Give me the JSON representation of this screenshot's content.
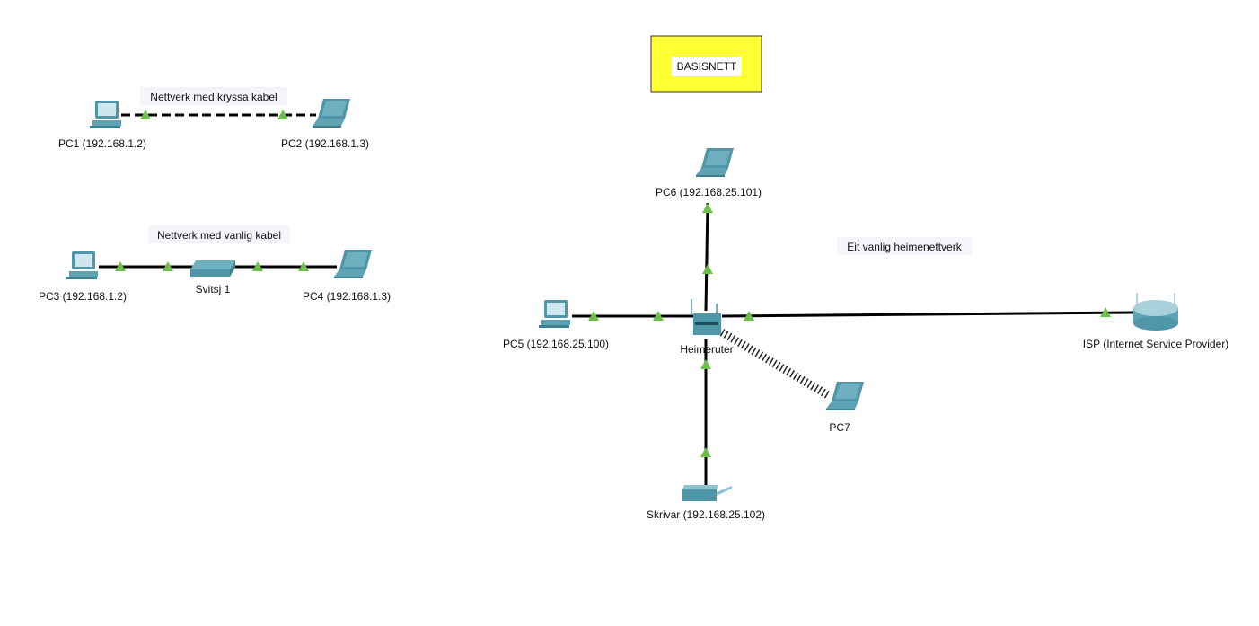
{
  "colors": {
    "link_up": "#6cc04a",
    "title_box": "#ffff33",
    "device": "#4f97a8",
    "note_bg": "#f4f4fb"
  },
  "title": "BASISNETT",
  "notes": {
    "crossover": "Nettverk med kryssa kabel",
    "straight": "Nettverk med vanlig kabel",
    "home": "Eit vanlig heimenettverk"
  },
  "devices": {
    "pc1": {
      "label": "PC1 (192.168.1.2)",
      "icon": "desktop-pc-icon"
    },
    "pc2": {
      "label": "PC2 (192.168.1.3)",
      "icon": "laptop-icon"
    },
    "pc3": {
      "label": "PC3 (192.168.1.2)",
      "icon": "desktop-pc-icon"
    },
    "switch1": {
      "label": "Svitsj 1",
      "icon": "switch-icon"
    },
    "pc4": {
      "label": "PC4 (192.168.1.3)",
      "icon": "laptop-icon"
    },
    "pc5": {
      "label": "PC5 (192.168.25.100)",
      "icon": "desktop-pc-icon"
    },
    "pc6": {
      "label": "PC6 (192.168.25.101)",
      "icon": "laptop-icon"
    },
    "pc7": {
      "label": "PC7",
      "icon": "laptop-icon"
    },
    "router": {
      "label": "Heimeruter",
      "icon": "wireless-router-icon"
    },
    "isp": {
      "label": "ISP (Internet Service Provider)",
      "icon": "router-icon"
    },
    "printer": {
      "label": "Skrivar (192.168.25.102)",
      "icon": "printer-icon"
    }
  }
}
